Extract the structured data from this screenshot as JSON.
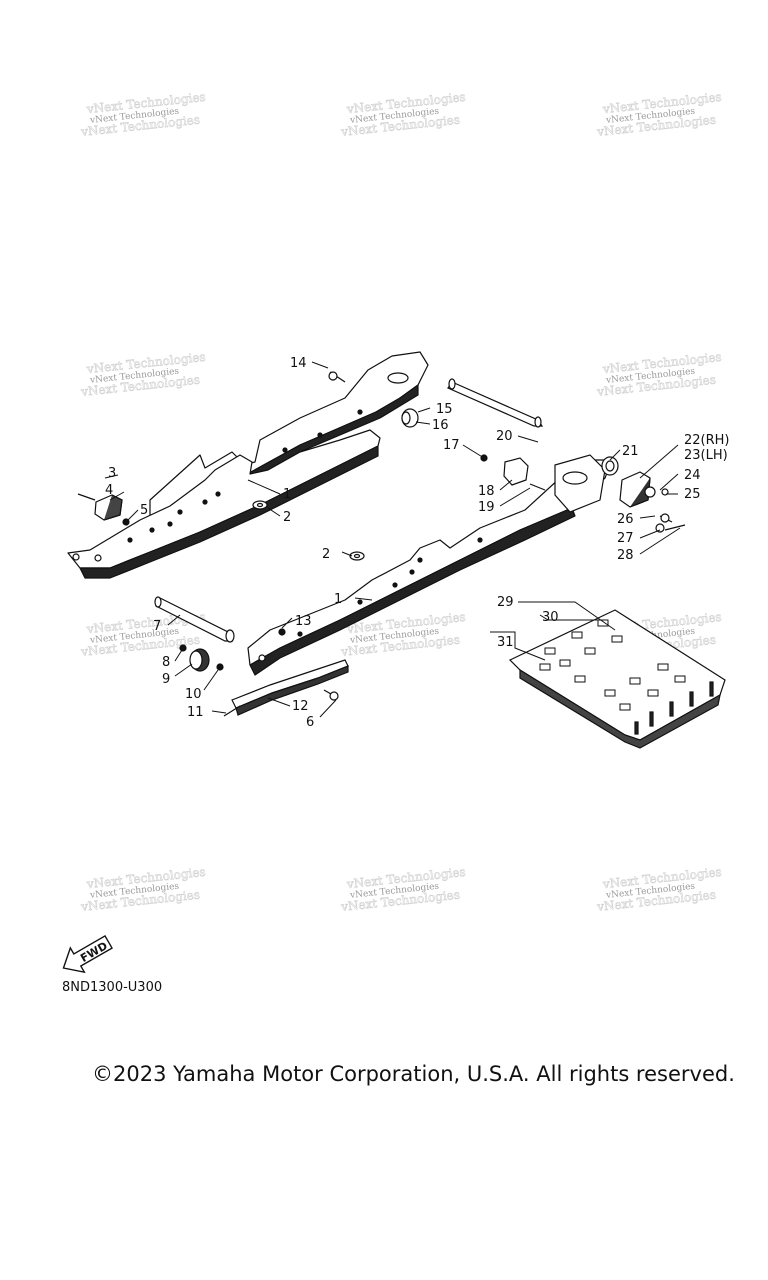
{
  "watermark": {
    "text": "vNext Technologies"
  },
  "diagram": {
    "fwd_label": "FWD",
    "part_code": "8ND1300-U300",
    "callouts": [
      "1",
      "1",
      "2",
      "2",
      "3",
      "4",
      "5",
      "6",
      "7",
      "8",
      "9",
      "10",
      "11",
      "12",
      "13",
      "14",
      "15",
      "16",
      "17",
      "18",
      "19",
      "20",
      "21",
      "22(RH)",
      "23(LH)",
      "24",
      "25",
      "26",
      "27",
      "28",
      "29",
      "30",
      "31"
    ]
  },
  "footer": {
    "copyright": "©2023 Yamaha Motor Corporation, U.S.A. All rights reserved."
  }
}
